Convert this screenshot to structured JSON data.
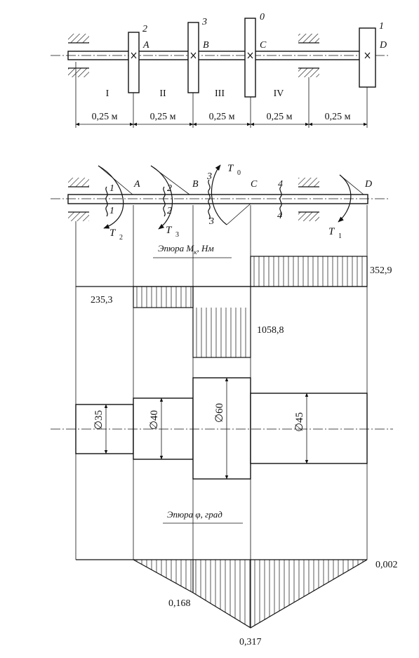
{
  "top_scheme": {
    "gear_labels": [
      "2",
      "3",
      "0",
      "1"
    ],
    "point_labels": [
      "A",
      "B",
      "C",
      "D"
    ],
    "section_labels": [
      "I",
      "II",
      "III",
      "IV"
    ],
    "segment_lengths": [
      "0,25 м",
      "0,25 м",
      "0,25 м",
      "0,25 м",
      "0,25 м"
    ]
  },
  "load_scheme": {
    "point_labels": [
      "A",
      "B",
      "C",
      "D"
    ],
    "cut_labels": {
      "s1_top": "1",
      "s1_bottom": "1",
      "s2_top": "2",
      "s2_bottom": "2",
      "s3_top": "3",
      "s3_bottom": "3",
      "s4_top": "4",
      "s4_bottom": "4"
    },
    "torques": {
      "t0": {
        "letter": "T",
        "sub": "0"
      },
      "t1": {
        "letter": "T",
        "sub": "1"
      },
      "t2": {
        "letter": "T",
        "sub": "2"
      },
      "t3": {
        "letter": "T",
        "sub": "3"
      }
    }
  },
  "torque_diagram": {
    "title": "Эпюра M",
    "title_sub": "к",
    "title_units": ", Нм",
    "values": [
      "352,9",
      "235,3",
      "1058,8"
    ]
  },
  "diameters": [
    "∅35",
    "∅40",
    "∅60",
    "∅45"
  ],
  "angle_diagram": {
    "title": "Эпюра  φ,  град",
    "values": [
      "0,002",
      "0,168",
      "0,317"
    ]
  }
}
